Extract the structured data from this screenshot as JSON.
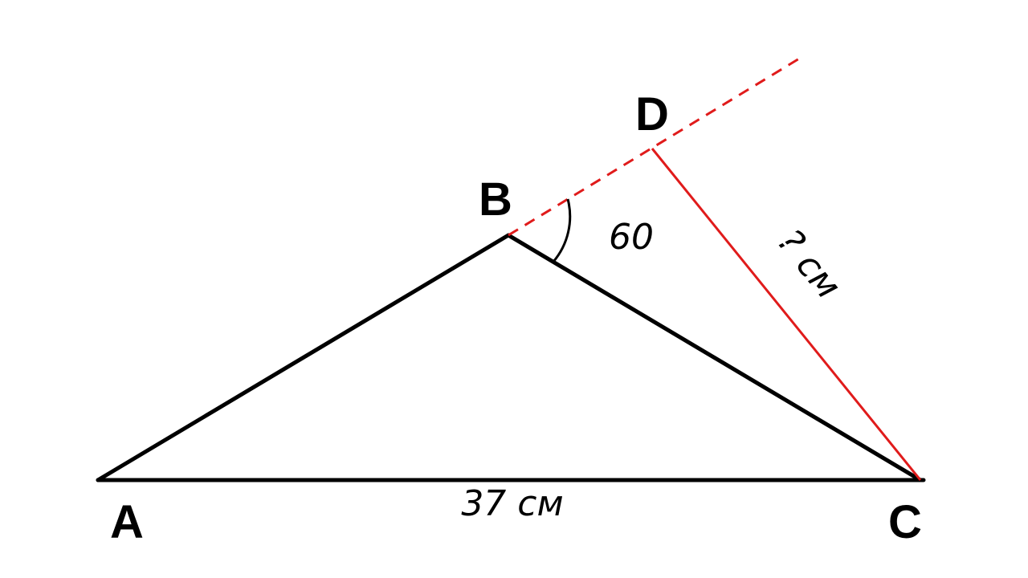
{
  "diagram": {
    "vertices": {
      "a": "A",
      "b": "B",
      "c": "C",
      "d": "D"
    },
    "measurements": {
      "side_ac": "37 см",
      "angle_b": "60",
      "side_cd": "? см"
    },
    "colors": {
      "triangle": "#000000",
      "construction": "#e01b1b"
    }
  }
}
